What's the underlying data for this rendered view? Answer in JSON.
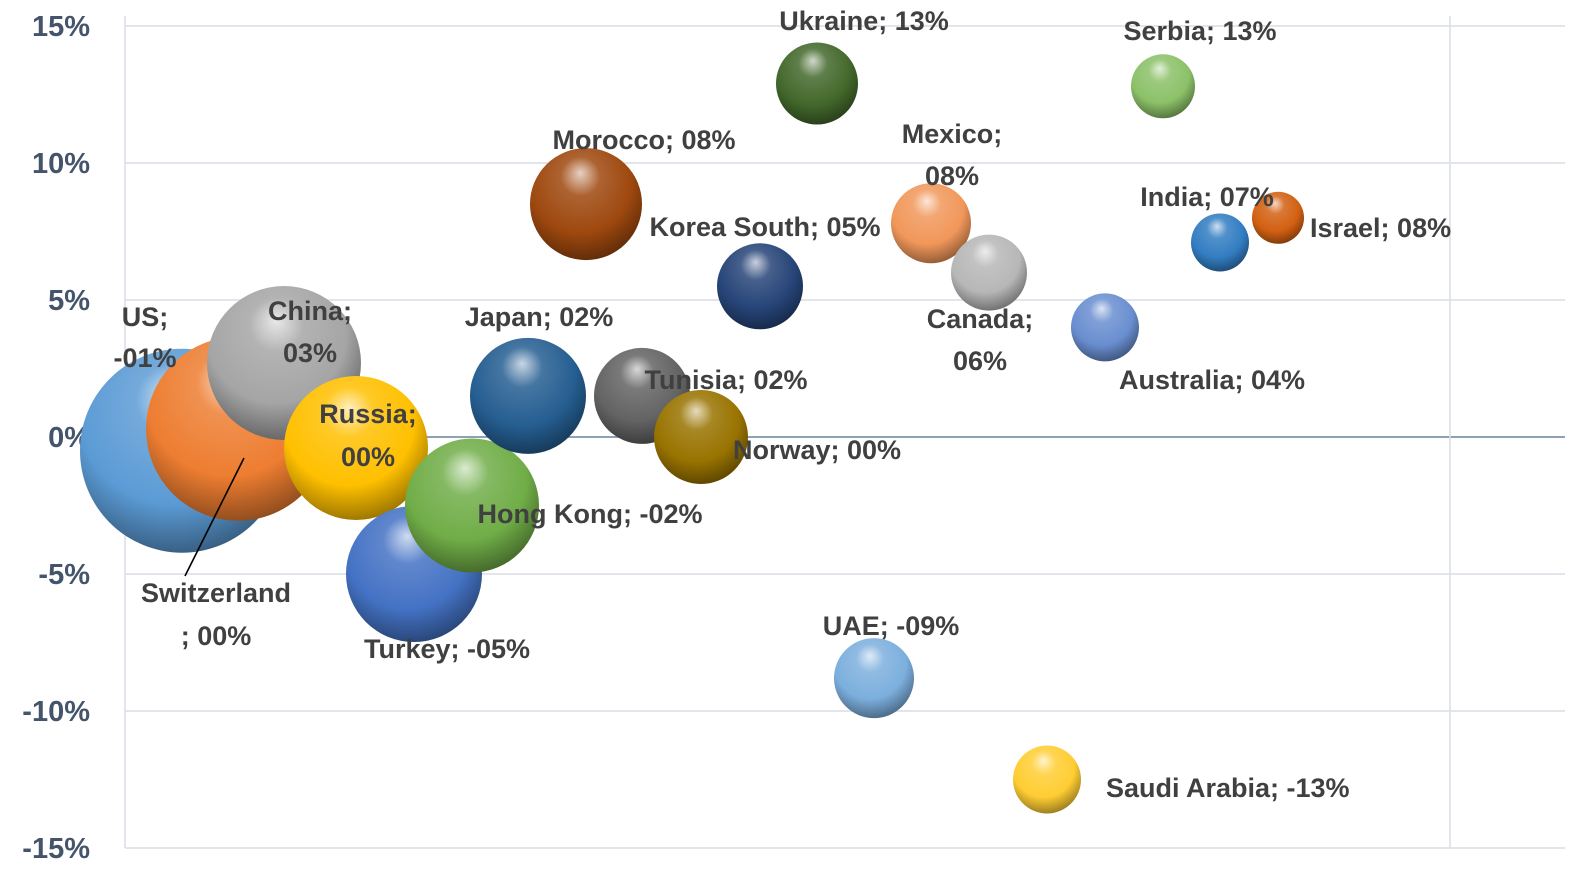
{
  "chart_data": {
    "type": "scatter",
    "title": "",
    "xlabel": "",
    "ylabel": "",
    "ylim": [
      -0.15,
      0.15
    ],
    "y_ticks": [
      {
        "value": 0.15,
        "label": "15%"
      },
      {
        "value": 0.1,
        "label": "10%"
      },
      {
        "value": 0.05,
        "label": "5%"
      },
      {
        "value": 0.0,
        "label": "0%"
      },
      {
        "value": -0.05,
        "label": "-5%"
      },
      {
        "value": -0.1,
        "label": "-10%"
      },
      {
        "value": -0.15,
        "label": "-15%"
      }
    ],
    "grid": true,
    "legend": "none",
    "points": [
      {
        "name": "US",
        "label_lines": [
          "US;",
          "-01%"
        ],
        "y": -0.005,
        "color": "#5b9bd5"
      },
      {
        "name": "Switzerland",
        "label_lines": [
          "Switzerland",
          "; 00%"
        ],
        "y": 0.003,
        "color": "#ed7d31"
      },
      {
        "name": "China",
        "label_lines": [
          "China;",
          "03%"
        ],
        "y": 0.027,
        "color": "#a5a5a5"
      },
      {
        "name": "Russia",
        "label_lines": [
          "Russia;",
          "00%"
        ],
        "y": -0.004,
        "color": "#ffc000"
      },
      {
        "name": "Turkey",
        "label_lines": [
          "Turkey; -05%"
        ],
        "y": -0.05,
        "color": "#4472c4"
      },
      {
        "name": "Hong Kong",
        "label_lines": [
          "Hong Kong; -02%"
        ],
        "y": -0.025,
        "color": "#70ad47"
      },
      {
        "name": "Japan",
        "label_lines": [
          "Japan; 02%"
        ],
        "y": 0.015,
        "color": "#255e91"
      },
      {
        "name": "Morocco",
        "label_lines": [
          "Morocco; 08%"
        ],
        "y": 0.085,
        "color": "#9e480e"
      },
      {
        "name": "Tunisia",
        "label_lines": [
          "Tunisia; 02%"
        ],
        "y": 0.015,
        "color": "#636363"
      },
      {
        "name": "Norway",
        "label_lines": [
          "Norway; 00%"
        ],
        "y": 0.0,
        "color": "#997300"
      },
      {
        "name": "Korea South",
        "label_lines": [
          "Korea South; 05%"
        ],
        "y": 0.055,
        "color": "#264478"
      },
      {
        "name": "Ukraine",
        "label_lines": [
          "Ukraine; 13%"
        ],
        "y": 0.129,
        "color": "#43682b"
      },
      {
        "name": "UAE",
        "label_lines": [
          "UAE; -09%"
        ],
        "y": -0.088,
        "color": "#7cafdd"
      },
      {
        "name": "Mexico",
        "label_lines": [
          "Mexico;",
          "08%"
        ],
        "y": 0.078,
        "color": "#f1975a"
      },
      {
        "name": "Canada",
        "label_lines": [
          "Canada;",
          "06%"
        ],
        "y": 0.06,
        "color": "#b7b7b7"
      },
      {
        "name": "Saudi Arabia",
        "label_lines": [
          "Saudi Arabia; -13%"
        ],
        "y": -0.125,
        "color": "#ffcd33"
      },
      {
        "name": "Australia",
        "label_lines": [
          "Australia; 04%"
        ],
        "y": 0.04,
        "color": "#698ed0"
      },
      {
        "name": "Serbia",
        "label_lines": [
          "Serbia; 13%"
        ],
        "y": 0.128,
        "color": "#8cc168"
      },
      {
        "name": "India",
        "label_lines": [
          "India; 07%"
        ],
        "y": 0.071,
        "color": "#327dc2"
      },
      {
        "name": "Israel",
        "label_lines": [
          "Israel; 08%"
        ],
        "y": 0.08,
        "color": "#d26012"
      }
    ]
  }
}
